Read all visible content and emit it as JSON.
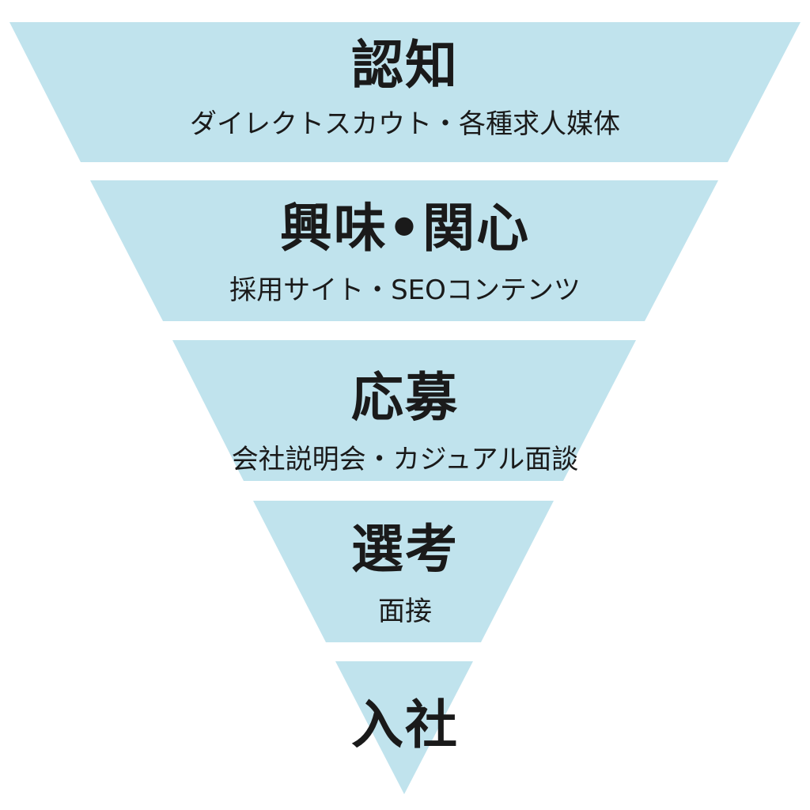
{
  "colors": {
    "stage_fill": "#c0e3ed",
    "background": "#ffffff",
    "text": "#1a1a1a"
  },
  "funnel": {
    "stages": [
      {
        "title": "認知",
        "subtitle": "ダイレクトスカウト・各種求人媒体"
      },
      {
        "title": "興味•関心",
        "subtitle": "採用サイト・SEOコンテンツ"
      },
      {
        "title": "応募",
        "subtitle": "会社説明会・カジュアル面談"
      },
      {
        "title": "選考",
        "subtitle": "面接"
      },
      {
        "title": "入社",
        "subtitle": ""
      }
    ]
  }
}
